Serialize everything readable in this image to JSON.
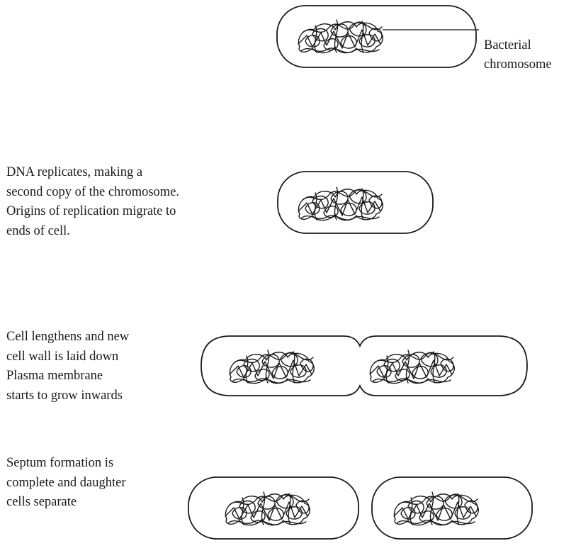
{
  "labels": {
    "chromosome": "Bacterial\nchromosome"
  },
  "steps": [
    {
      "caption": ""
    },
    {
      "caption": "DNA replicates, making a\nsecond copy of the chromosome.\nOrigins of replication migrate to\nends of cell."
    },
    {
      "caption": "Cell lengthens and new\ncell wall is laid down\nPlasma membrane\nstarts to grow inwards"
    },
    {
      "caption": "Septum formation is\ncomplete and daughter\ncells separate"
    }
  ],
  "colors": {
    "ink": "#1a1a1a",
    "background": "#ffffff"
  }
}
